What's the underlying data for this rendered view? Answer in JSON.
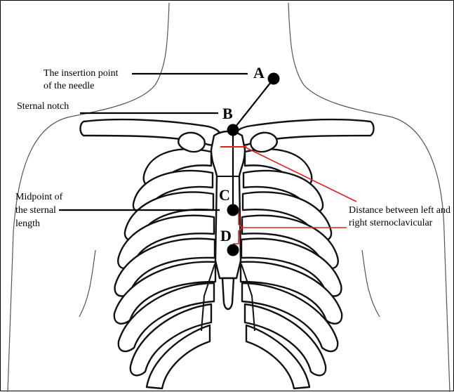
{
  "labels": {
    "insertion_point": [
      "The insertion point",
      "of the needle"
    ],
    "sternal_notch": "Sternal notch",
    "midpoint": [
      "Midpoint of",
      "the sternal",
      "length"
    ],
    "distance": [
      "Distance between left and",
      "right sternoclavicular"
    ]
  },
  "points": {
    "a": "A",
    "b": "B",
    "c": "C",
    "d": "D"
  },
  "colors": {
    "measure_line": "#d9241c",
    "leader_line": "#000000",
    "marker": "#000000"
  }
}
